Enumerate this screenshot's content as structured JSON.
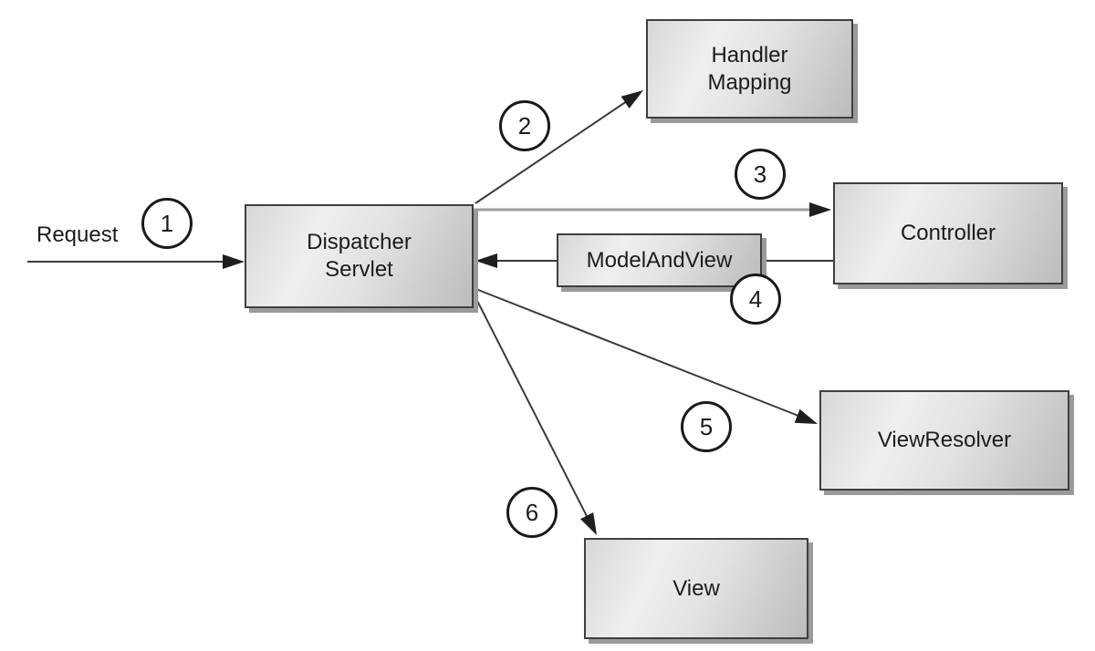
{
  "nodes": {
    "dispatcher": {
      "label": "Dispatcher\nServlet"
    },
    "handler_mapping": {
      "label": "Handler\nMapping"
    },
    "controller": {
      "label": "Controller"
    },
    "model_and_view": {
      "label": "ModelAndView"
    },
    "view_resolver": {
      "label": "ViewResolver"
    },
    "view": {
      "label": "View"
    }
  },
  "labels": {
    "request": "Request"
  },
  "steps": {
    "s1": "1",
    "s2": "2",
    "s3": "3",
    "s4": "4",
    "s5": "5",
    "s6": "6"
  },
  "colors": {
    "box_border": "#3f3f3f",
    "box_shadow": "#9a9a9a",
    "arrow": "#3a3a3a",
    "arrow_gray": "#9e9e9e",
    "text": "#1c1c1c",
    "bg": "#ffffff"
  }
}
